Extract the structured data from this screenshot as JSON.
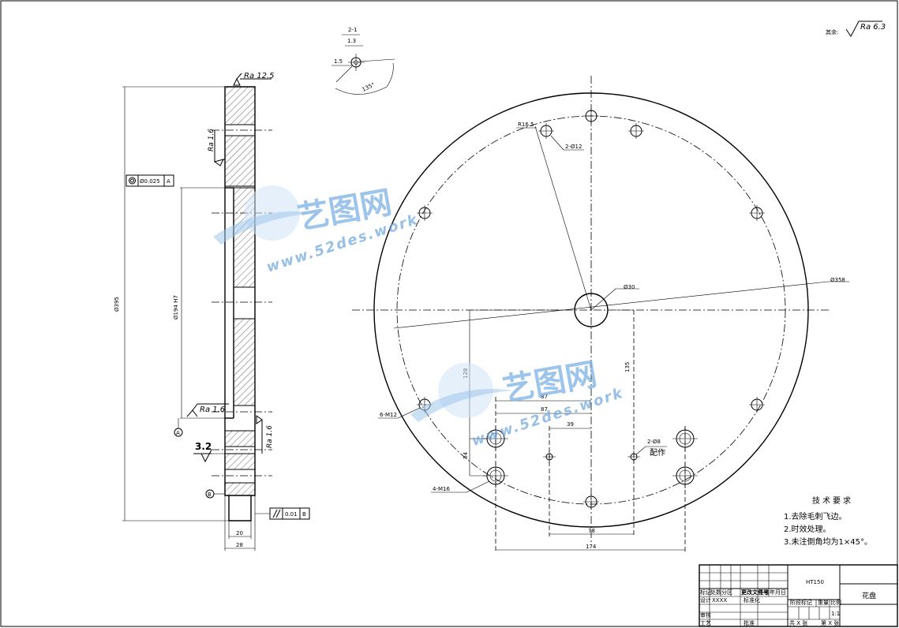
{
  "roughness": {
    "other": "其余:",
    "other_value": "Ra 6.3",
    "face_top": "Ra 12.5",
    "side_upper": "Ra 1.6",
    "bore": "Ra 1.6",
    "hub": "Ra 1.6"
  },
  "detail": {
    "label": "2-1",
    "dim_a": "1.3",
    "dim_b": "1.5",
    "angle": "135°"
  },
  "section": {
    "tol_concentricity": "Ø0.025",
    "tol_concentricity_ref": "A",
    "datum_a": "A",
    "datum_b": "B",
    "tol_parallel": "0.01",
    "tol_parallel_ref": "B",
    "dim_outer": "Ø395",
    "dim_bore": "Ø194 H7",
    "dim_width_inner": "20",
    "dim_width_outer": "28",
    "dim_chamfer": "3.2"
  },
  "front": {
    "dim_hole_r": "R16.5",
    "holes_12": "2-Ø12",
    "center_bore": "Ø30",
    "outer_dia": "Ø358",
    "holes_m12": "6-M12",
    "holes_m16": "4-M16",
    "holes_8": "2-Ø8",
    "fit_note": "配作",
    "dim_87a": "87",
    "dim_87b": "87",
    "dim_39": "39",
    "dim_135": "135",
    "dim_128": "128",
    "dim_34": "34",
    "dim_78": "78",
    "dim_174": "174"
  },
  "tech": {
    "title": "技术要求",
    "items": [
      "1.去除毛刺飞边。",
      "2.时效处理。",
      "3.未注倒角均为1×45°。"
    ]
  },
  "title_block": {
    "material": "HT150",
    "part_name": "花盘",
    "scale": "1:1",
    "cells": {
      "mark": "标记",
      "count": "处数",
      "zone": "分区",
      "change_doc": "更改文件号",
      "signature": "签名",
      "date": "年月日",
      "design": "设计",
      "design_name": "XXXX",
      "standard": "标准化",
      "stage_mark": "阶段标记",
      "weight": "重量",
      "scale_label": "比例",
      "review": "审核",
      "process": "工艺",
      "approve": "批准",
      "total_sheets": "共 X 张",
      "sheet_no": "第 X 张"
    }
  },
  "watermark": {
    "brand": "艺图网",
    "url": "www.52des.work"
  }
}
